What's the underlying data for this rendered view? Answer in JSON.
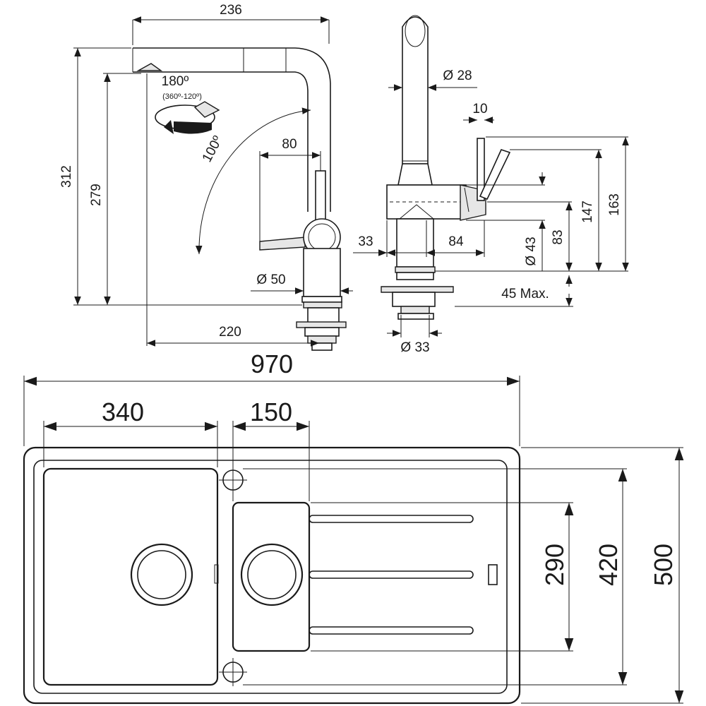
{
  "faucet_side": {
    "dims": {
      "top_width": "236",
      "total_height": "312",
      "spout_height": "279",
      "swivel_angle": "180º",
      "swivel_range": "(360º-120º)",
      "lever_angle": "100º",
      "lever_length": "80",
      "base_diameter": "Ø 50",
      "reach": "220"
    }
  },
  "faucet_front": {
    "dims": {
      "spout_diameter": "Ø 28",
      "lever_width": "10",
      "height_163": "163",
      "height_147": "147",
      "height_83": "83",
      "body_diameter": "Ø 43",
      "offset_33": "33",
      "depth_84": "84",
      "max_thickness": "45 Max.",
      "shank_diameter": "Ø 33"
    }
  },
  "sink_plan": {
    "dims": {
      "overall_width": "970",
      "main_bowl_width": "340",
      "small_bowl_width": "150",
      "bowl_depth": "290",
      "inner_depth": "420",
      "overall_depth": "500"
    }
  }
}
